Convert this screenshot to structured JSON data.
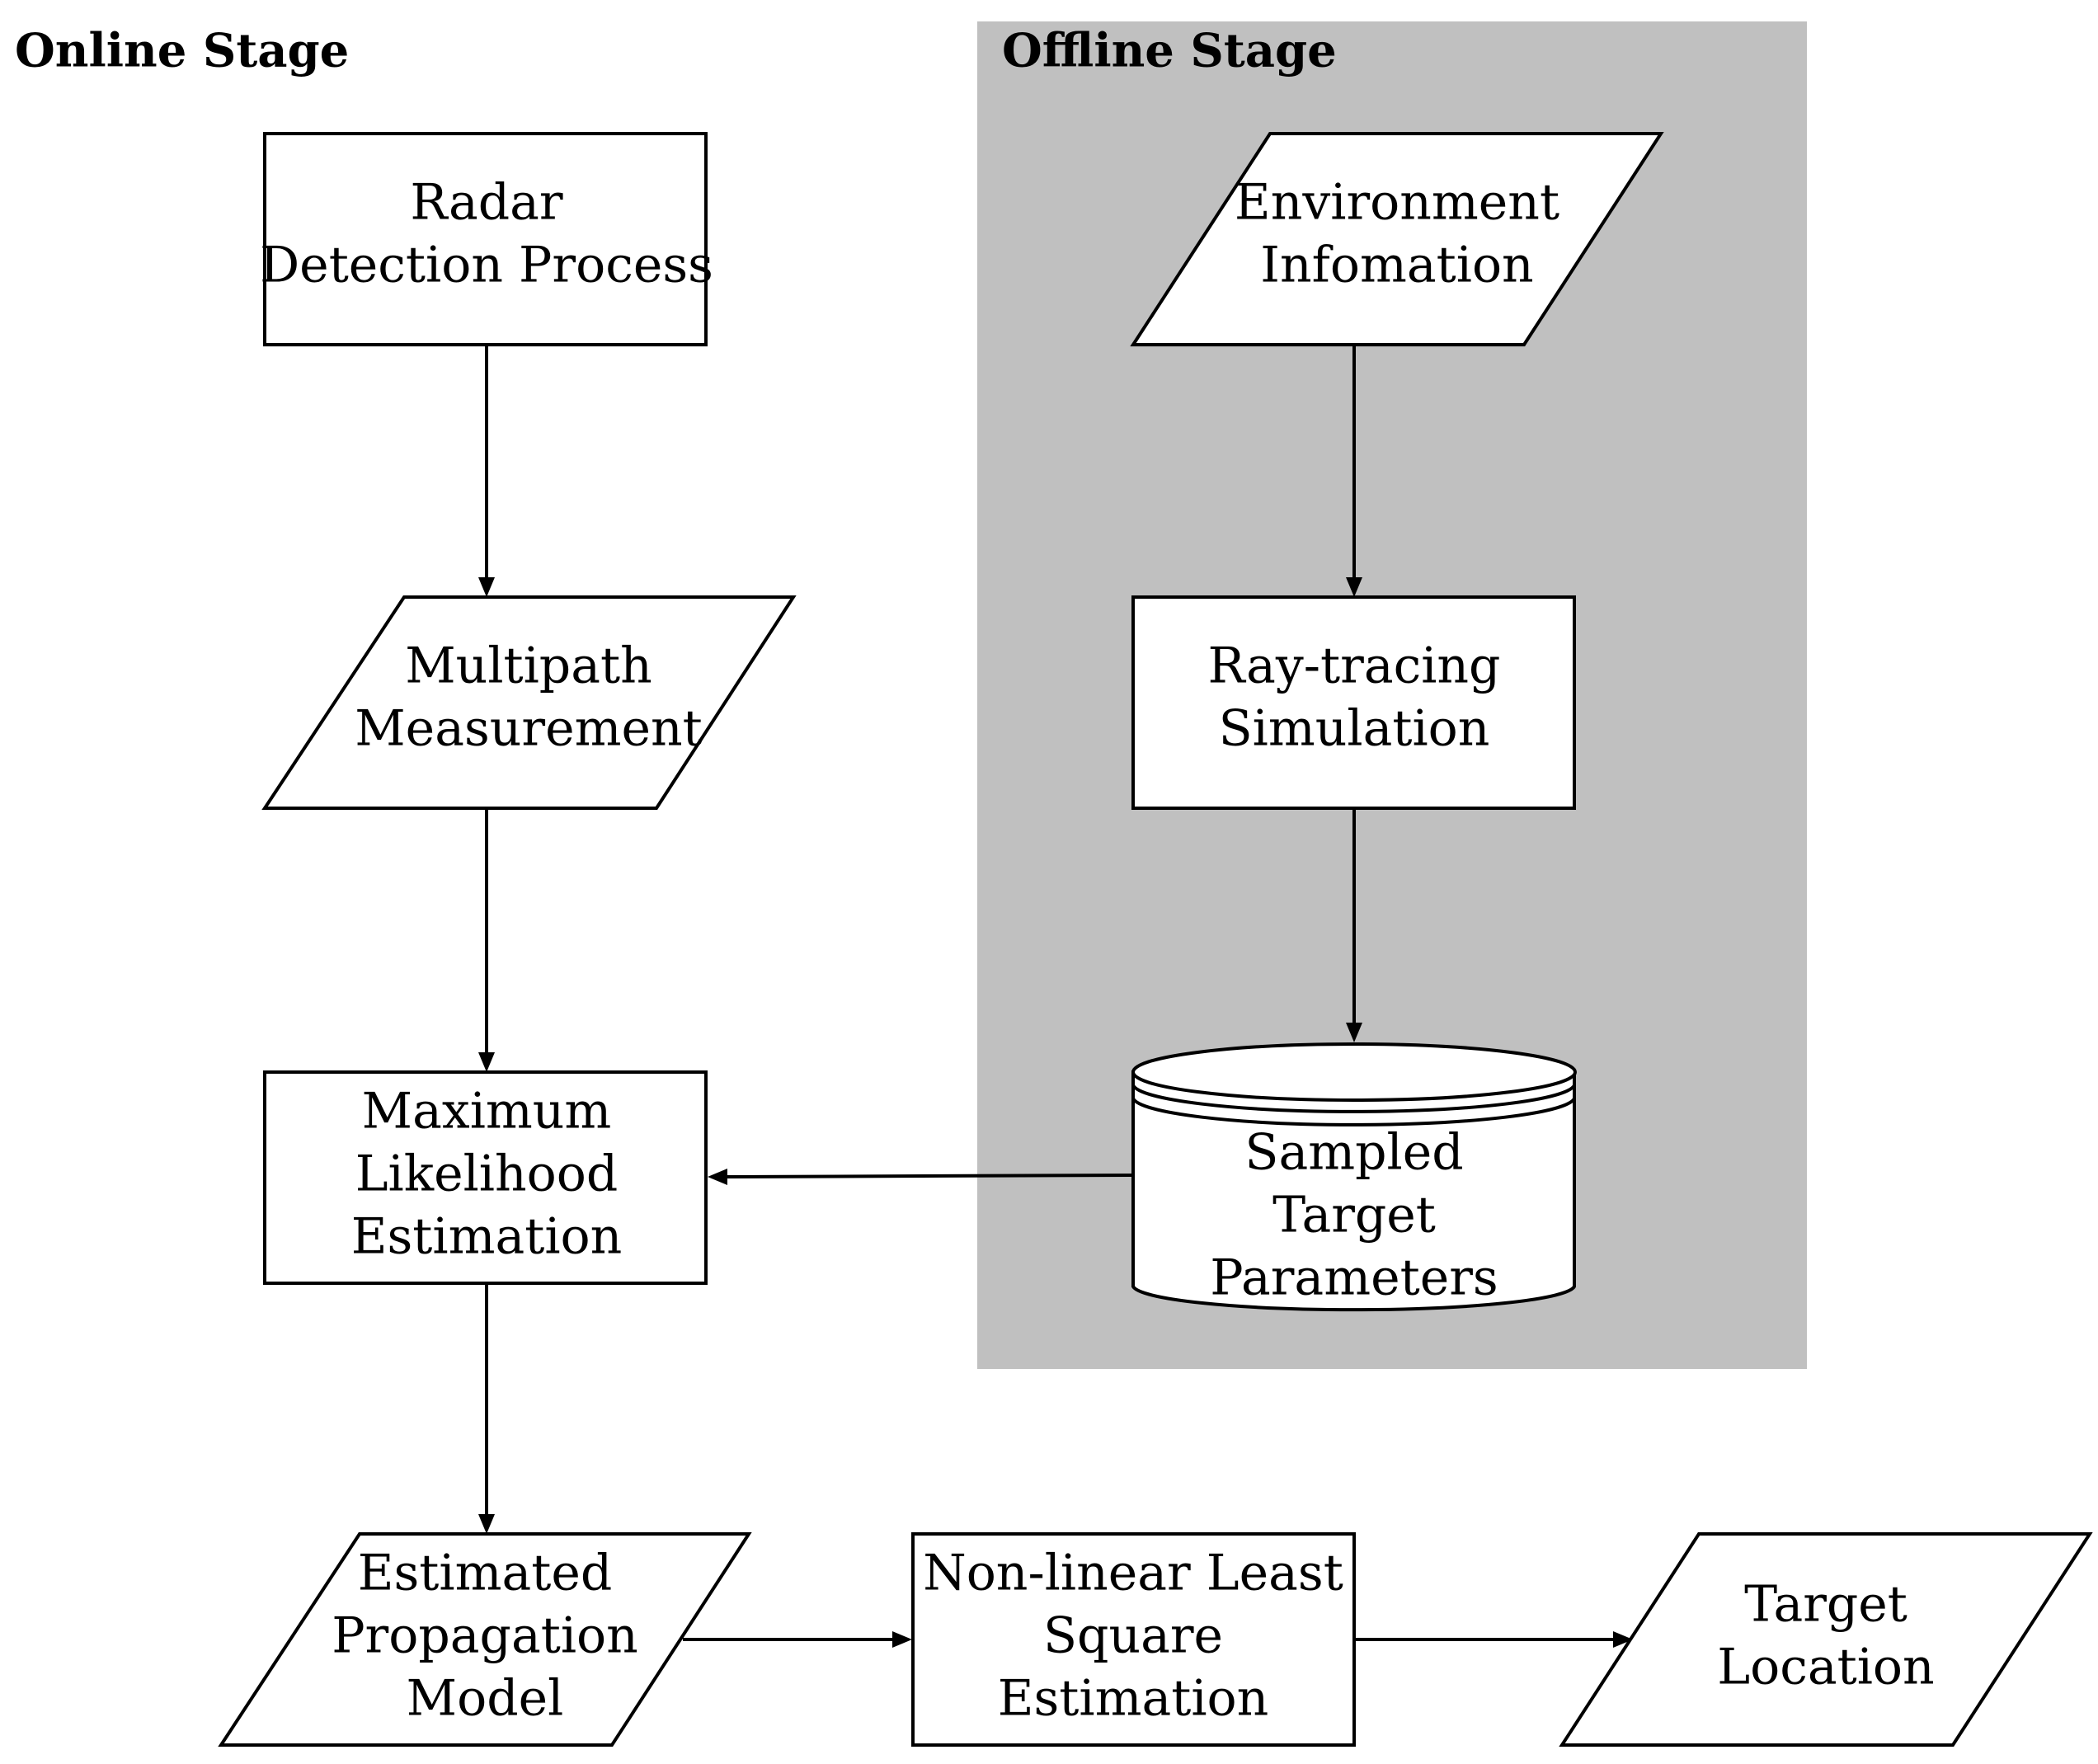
{
  "colors": {
    "offline_panel": "#c0c0c0",
    "stroke": "#000000",
    "node_fill": "#ffffff"
  },
  "stages": {
    "online": "Online Stage",
    "offline": "Offline Stage"
  },
  "nodes": {
    "radar": [
      "Radar",
      "Detection Process"
    ],
    "environment": [
      "Environment",
      "Infomation"
    ],
    "multipath": [
      "Multipath",
      "Measurement"
    ],
    "raytracing": [
      "Ray-tracing",
      "Simulation"
    ],
    "mle": [
      "Maximum",
      "Likelihood",
      "Estimation"
    ],
    "sampled": [
      "Sampled",
      "Target",
      "Parameters"
    ],
    "propagation": [
      "Estimated",
      "Propagation",
      "Model"
    ],
    "nlls": [
      "Non-linear Least",
      "Square",
      "Estimation"
    ],
    "target": [
      "Target",
      "Location"
    ]
  },
  "edges": [
    {
      "from": "radar",
      "to": "multipath"
    },
    {
      "from": "multipath",
      "to": "mle"
    },
    {
      "from": "environment",
      "to": "raytracing"
    },
    {
      "from": "raytracing",
      "to": "sampled"
    },
    {
      "from": "sampled",
      "to": "mle"
    },
    {
      "from": "mle",
      "to": "propagation"
    },
    {
      "from": "propagation",
      "to": "nlls"
    },
    {
      "from": "nlls",
      "to": "target"
    }
  ]
}
